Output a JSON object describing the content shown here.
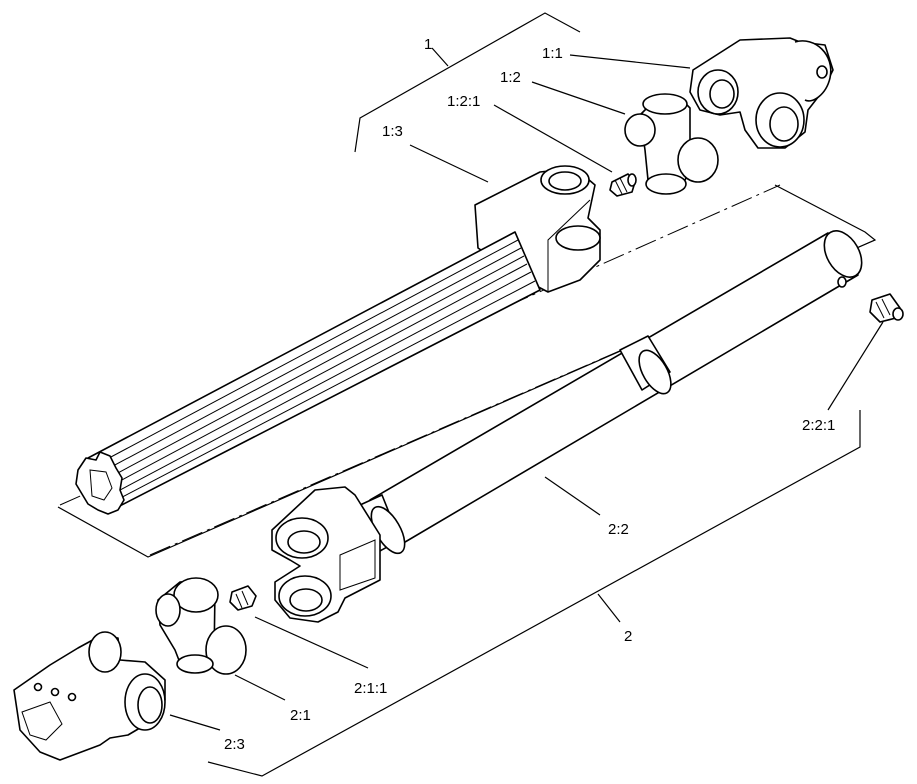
{
  "callouts": {
    "c_1": "1",
    "c_1_1": "1:1",
    "c_1_2": "1:2",
    "c_1_2_1": "1:2:1",
    "c_1_3": "1:3",
    "c_2": "2",
    "c_2_1": "2:1",
    "c_2_1_1": "2:1:1",
    "c_2_2": "2:2",
    "c_2_2_1": "2:2:1",
    "c_2_3": "2:3"
  }
}
